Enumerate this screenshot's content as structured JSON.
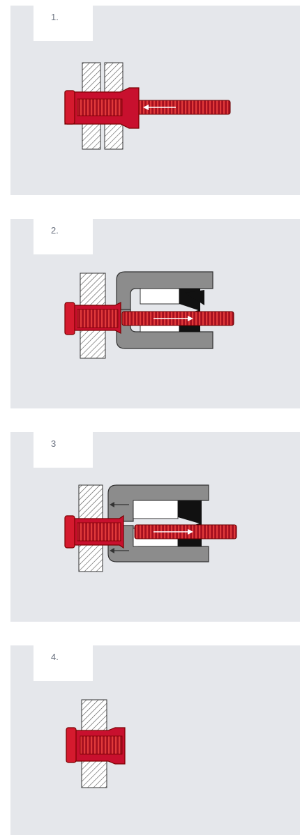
{
  "steps": [
    {
      "label": "1."
    },
    {
      "label": "2."
    },
    {
      "label": "3"
    },
    {
      "label": "4."
    }
  ],
  "colors": {
    "background": "#e5e7eb",
    "rivet_red": "#c8102e",
    "rivet_dark": "#8b0000",
    "tool_gray": "#8c8c8c",
    "jaw_black": "#111111",
    "hatch": "#555555"
  }
}
